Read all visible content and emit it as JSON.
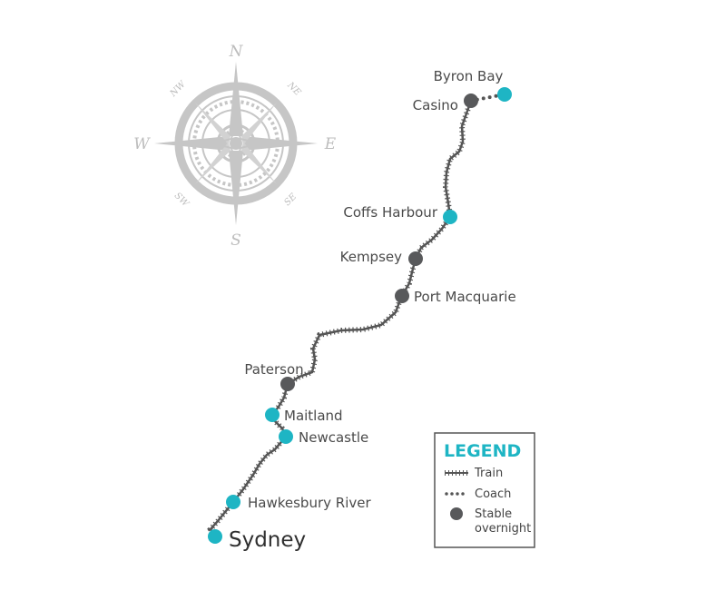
{
  "colors": {
    "accent": "#1eb5c4",
    "overnight": "#58595b",
    "route": "#555555",
    "compass": "#c6c6c6"
  },
  "compass": {
    "north": "N",
    "south": "S",
    "east": "E",
    "west": "W",
    "northeast": "NE",
    "northwest": "NW",
    "southeast": "SE",
    "southwest": "SW"
  },
  "stops": [
    {
      "name": "Byron Bay",
      "type": "accent"
    },
    {
      "name": "Casino",
      "type": "overnight"
    },
    {
      "name": "Coffs Harbour",
      "type": "accent"
    },
    {
      "name": "Kempsey",
      "type": "overnight"
    },
    {
      "name": "Port Macquarie",
      "type": "overnight"
    },
    {
      "name": "Paterson",
      "type": "overnight"
    },
    {
      "name": "Maitland",
      "type": "accent"
    },
    {
      "name": "Newcastle",
      "type": "accent"
    },
    {
      "name": "Hawkesbury River",
      "type": "accent"
    },
    {
      "name": "Sydney",
      "type": "accent"
    }
  ],
  "legend": {
    "title": "LEGEND",
    "train": "Train",
    "coach": "Coach",
    "stable_line1": "Stable",
    "stable_line2": "overnight"
  }
}
